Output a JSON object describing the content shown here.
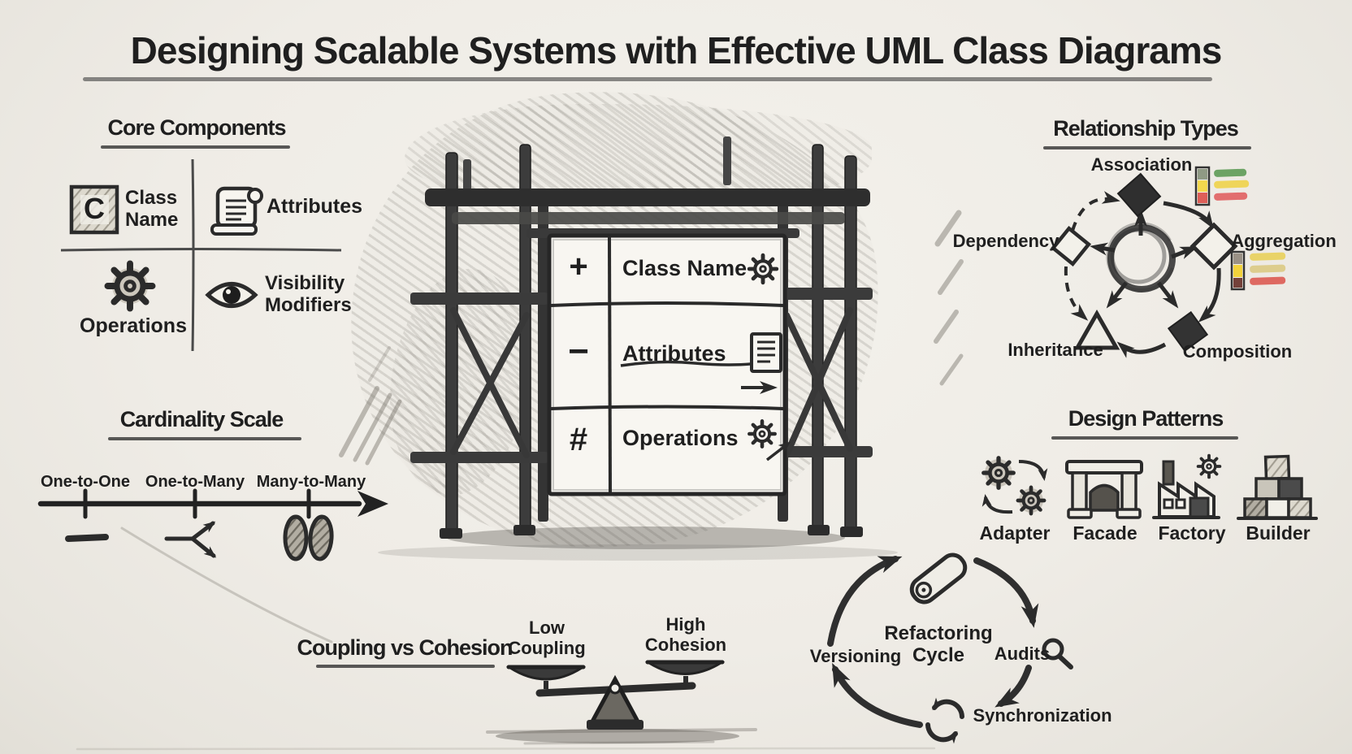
{
  "title": "Designing Scalable Systems with Effective UML Class Diagrams",
  "core_components": {
    "heading": "Core Components",
    "class_box_glyph": "C",
    "items": [
      {
        "label": "Class Name",
        "icon": "class-box-icon"
      },
      {
        "label": "Attributes",
        "icon": "scroll-icon"
      },
      {
        "label": "Operations",
        "icon": "gear-icon"
      },
      {
        "label": "Visibility Modifiers",
        "icon": "eye-icon"
      }
    ]
  },
  "relationship_types": {
    "heading": "Relationship Types",
    "nodes": [
      {
        "label": "Association",
        "shape": "filled-diamond"
      },
      {
        "label": "Aggregation",
        "shape": "hollow-diamond"
      },
      {
        "label": "Composition",
        "shape": "filled-diamond"
      },
      {
        "label": "Inheritance",
        "shape": "hollow-triangle"
      },
      {
        "label": "Dependency",
        "shape": "hollow-diamond-dashed"
      }
    ],
    "association_legend_colors": [
      "#5d9b55",
      "#eed34a",
      "#e06060"
    ],
    "aggregation_legend_colors": [
      "#e8cf52",
      "#d9c87e",
      "#dc5b52"
    ]
  },
  "class_panel": {
    "rows": [
      {
        "visibility": "+",
        "label": "Class Name",
        "icon": "gear-icon"
      },
      {
        "visibility": "−",
        "label": "Attributes",
        "icon": "document-icon"
      },
      {
        "visibility": "#",
        "label": "Operations",
        "icon": "gear-arrow-icon"
      }
    ]
  },
  "cardinality": {
    "heading": "Cardinality Scale",
    "labels": [
      "One-to-One",
      "One-to-Many",
      "Many-to-Many"
    ]
  },
  "design_patterns": {
    "heading": "Design Patterns",
    "items": [
      {
        "label": "Adapter",
        "icon": "gears-exchange-icon"
      },
      {
        "label": "Facade",
        "icon": "arch-building-icon"
      },
      {
        "label": "Factory",
        "icon": "factory-icon"
      },
      {
        "label": "Builder",
        "icon": "blocks-icon"
      }
    ]
  },
  "coupling": {
    "heading": "Coupling vs Cohesion",
    "left": "Low Coupling",
    "right": "High Cohesion"
  },
  "refactoring": {
    "heading": "Refactoring Cycle",
    "steps": [
      {
        "label": "Versioning"
      },
      {
        "label": "Audits",
        "icon": "magnifier-icon"
      },
      {
        "label": "Synchronization",
        "icon": "sync-icon"
      }
    ]
  }
}
